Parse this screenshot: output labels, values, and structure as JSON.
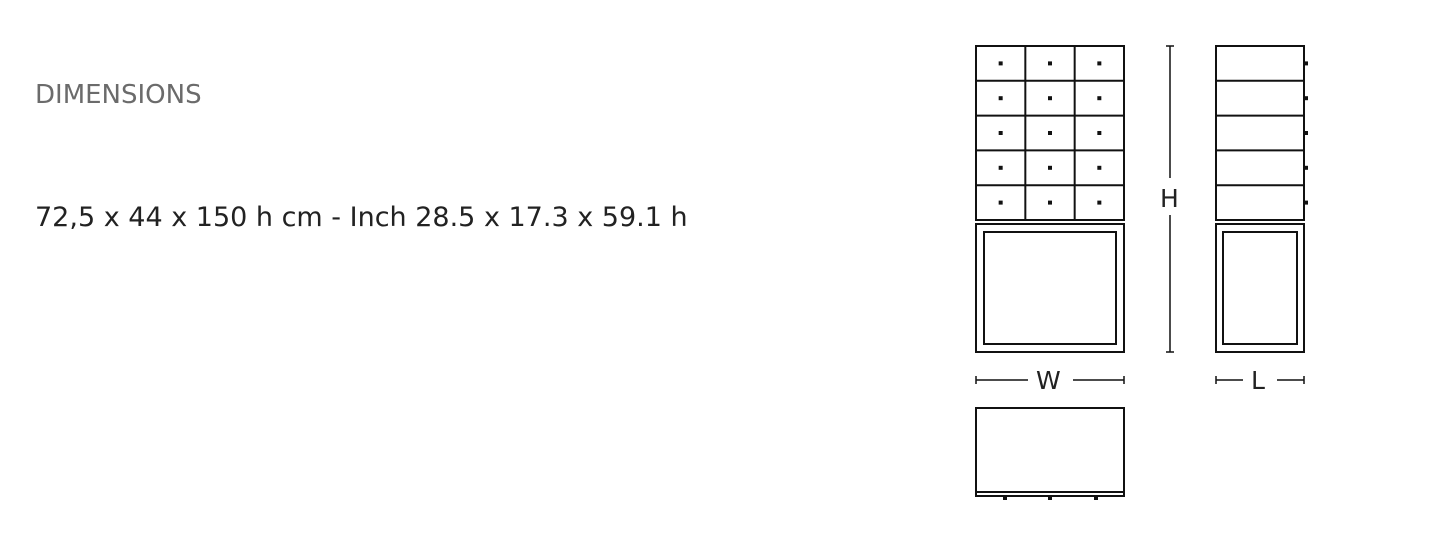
{
  "section": {
    "heading": "DIMENSIONS"
  },
  "dimensions": {
    "text": "72,5 x 44 x 150 h cm - Inch 28.5 x 17.3 x 59.1 h"
  },
  "drawing": {
    "labels": {
      "height": "H",
      "width": "W",
      "length": "L"
    },
    "front_view": {
      "drawer_rows": 5,
      "drawer_columns": 3
    },
    "side_view": {
      "drawer_rows": 5
    },
    "colors": {
      "line": "#111111",
      "background": "#ffffff"
    }
  }
}
